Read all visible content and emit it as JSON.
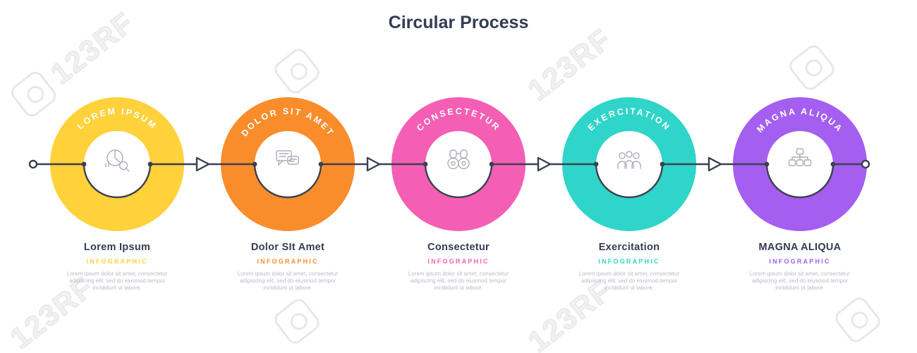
{
  "title": "Circular Process",
  "watermark": {
    "text": "123RF"
  },
  "steps": [
    {
      "arc_label": "LOREM IPSUM",
      "title": "Lorem Ipsum",
      "tag": "INFOGRAPHIC",
      "description": "Lorem ipsum dolor sit amet, consectetur adipiscing elit, sed do eiusmod tempor incididunt ut labore.",
      "color": "#ffd13b",
      "icon": "pie-chart-magnifier"
    },
    {
      "arc_label": "DOLOR SIT AMET",
      "title": "Dolor SIt Amet",
      "tag": "INFOGRAPHIC",
      "description": "Lorem ipsum dolor sit amet, consectetur adipiscing elit, sed do eiusmod tempor incididunt ut labore.",
      "color": "#f98d2b",
      "icon": "chat-bubbles"
    },
    {
      "arc_label": "CONSECTETUR",
      "title": "Consectetur",
      "tag": "INFOGRAPHIC",
      "description": "Lorem ipsum dolor sit amet, consectetur adipiscing elit, sed do eiusmod tempor incididunt ut labore.",
      "color": "#f45fb5",
      "icon": "binoculars"
    },
    {
      "arc_label": "EXERCITATION",
      "title": "Exercitation",
      "tag": "INFOGRAPHIC",
      "description": "Lorem ipsum dolor sit amet, consectetur adipiscing elit, sed do eiusmod tempor incididunt ut labore.",
      "color": "#2fd5c8",
      "icon": "people-group"
    },
    {
      "arc_label": "MAGNA ALIQUA",
      "title": "MAGNA ALIQUA",
      "tag": "INFOGRAPHIC",
      "description": "Lorem ipsum dolor sit amet, consectetur adipiscing elit, sed do eiusmod tempor incididunt ut labore.",
      "color": "#a45ef0",
      "icon": "sitemap"
    }
  ]
}
